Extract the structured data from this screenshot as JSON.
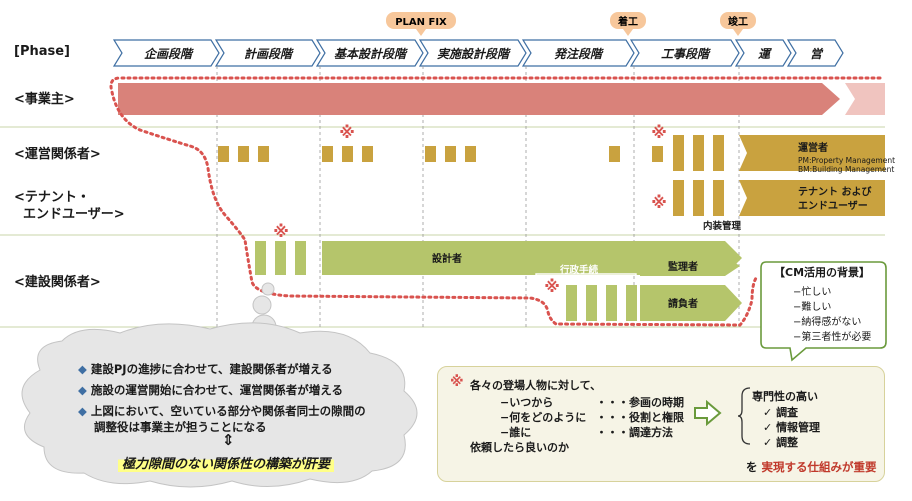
{
  "header": {
    "phase_label": "[Phase]",
    "phases": [
      "企画段階",
      "計画段階",
      "基本設計段階",
      "実施設計段階",
      "発注段階",
      "工事段階",
      "運",
      "営"
    ],
    "milestones": [
      "PLAN FIX",
      "着工",
      "竣工"
    ]
  },
  "rows": {
    "owner": "<事業主>",
    "operation": "<運営関係者>",
    "tenant": "<テナント・\n  エンドユーザー>",
    "construction": "<建設関係者>"
  },
  "bar_labels": {
    "operator": "運営者",
    "pm": "PM:Property Management",
    "bm": "BM:Building Management",
    "tenant_end_line1": "テナント および",
    "tenant_end_line2": "エンドユーザー",
    "interior": "内装管理",
    "designer": "設計者",
    "admin": "行政手続",
    "supervisor": "監理者",
    "contractor": "請負者"
  },
  "mark": "※",
  "background_box": {
    "title": "【CM活用の背景】",
    "items": [
      "−忙しい",
      "−難しい",
      "−納得感がない",
      "−第三者性が必要"
    ]
  },
  "cloud": {
    "bullet_symbol": "◆",
    "bullets": [
      "建設PJの進捗に合わせて、建設関係者が増える",
      "施設の運営開始に合わせて、運営関係者が増える",
      "上図において、空いている部分や関係者同士の隙間の"
    ],
    "bullet_continuation": "調整役は事業主が担うことになる",
    "arrow_symbol": "⇕",
    "highlight": "極力隙間のない関係性の構築が肝要"
  },
  "bottom_box": {
    "lead": "各々の登場人物に対して、",
    "left_items": [
      "−いつから",
      "−何をどのように",
      "−誰に",
      "依頼したら良いのか"
    ],
    "right_items": [
      "・・・参画の時期",
      "・・・役割と権限",
      "・・・調達方法"
    ],
    "expertise_title": "専門性の高い",
    "check_symbol": "✓",
    "expertise_items": [
      "調査",
      "情報管理",
      "調整"
    ],
    "conclusion_prefix": "を ",
    "conclusion": "実現する仕組みが重要"
  },
  "colors": {
    "owner_bar": "#d9827a",
    "operation_bar": "#c9a23f",
    "construction_bar": "#b5c56b",
    "phase_border": "#3f6fa3",
    "dotted_path": "#d9534f",
    "milestone_bubble": "#f7c79b",
    "cloud_fill": "#e6e6e6",
    "bottom_box_fill": "#f6f4e6",
    "bottom_box_border": "#d7d29b",
    "callout_border": "#6a9a3c",
    "highlight_text": "#ffff88"
  }
}
